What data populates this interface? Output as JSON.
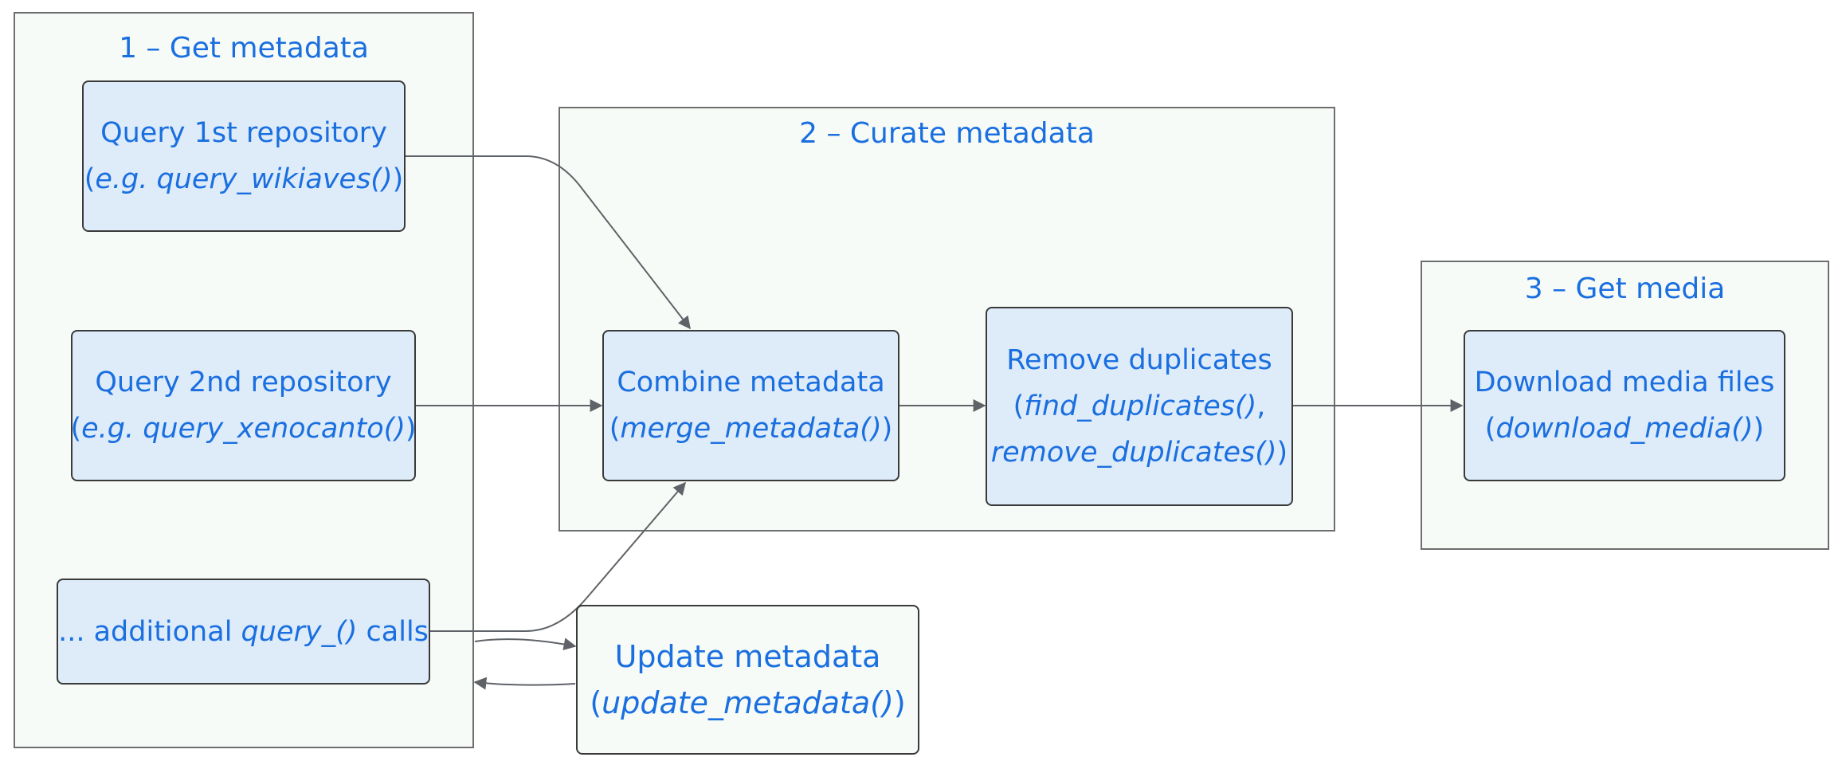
{
  "groups": {
    "get_metadata": {
      "title": "1 – Get metadata"
    },
    "curate_metadata": {
      "title": "2 – Curate metadata"
    },
    "get_media": {
      "title": "3 – Get media"
    }
  },
  "nodes": {
    "query1": {
      "label": "Query 1st repository",
      "open": "(",
      "func": "e.g. query_wikiaves()",
      "close": ")"
    },
    "query2": {
      "label": "Query 2nd repository",
      "open": "(",
      "func": "e.g. query_xenocanto()",
      "close": ")"
    },
    "additional": {
      "pre": "... additional ",
      "func": "query_()",
      "post": " calls"
    },
    "combine": {
      "label": "Combine metadata",
      "open": "(",
      "func": "merge_metadata()",
      "close": ")"
    },
    "remove": {
      "label": "Remove duplicates",
      "open": "(",
      "func1": "find_duplicates()",
      "sep": ",",
      "func2": "remove_duplicates()",
      "close": ")"
    },
    "download": {
      "label": "Download media files",
      "open": "(",
      "func": "download_media()",
      "close": ")"
    },
    "update": {
      "label": "Update metadata",
      "open": "(",
      "func": "update_metadata()",
      "close": ")"
    }
  },
  "colors": {
    "text": "#1a6fe0",
    "node_fill": "#deebf9",
    "group_fill": "#f7fbf7",
    "edge": "#5f6368"
  }
}
